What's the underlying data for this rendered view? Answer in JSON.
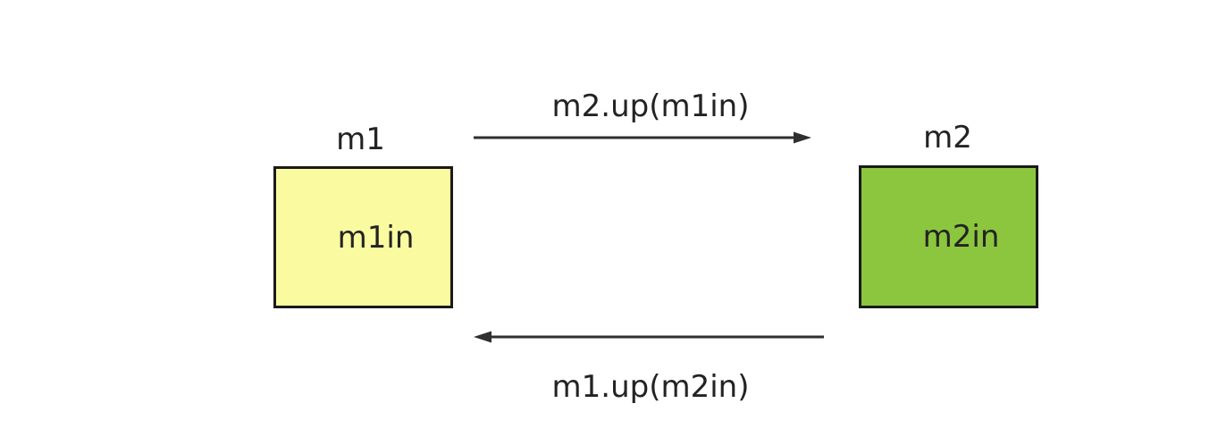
{
  "diagram": {
    "background": "#ffffff",
    "text_color": "#232323",
    "nodes": [
      {
        "id": "m1",
        "title": "m1",
        "label": "m1in",
        "fill": "#fafaa0",
        "border_color": "#1a1a1a"
      },
      {
        "id": "m2",
        "title": "m2",
        "label": "m2in",
        "fill": "#8cc63f",
        "border_color": "#1a1a1a"
      }
    ],
    "edges": [
      {
        "from": "m1",
        "to": "m2",
        "direction": "left-to-right",
        "label": "m2.up(m1in)",
        "color": "#2f2f2f"
      },
      {
        "from": "m2",
        "to": "m1",
        "direction": "right-to-left",
        "label": "m1.up(m2in)",
        "color": "#2f2f2f"
      }
    ]
  }
}
